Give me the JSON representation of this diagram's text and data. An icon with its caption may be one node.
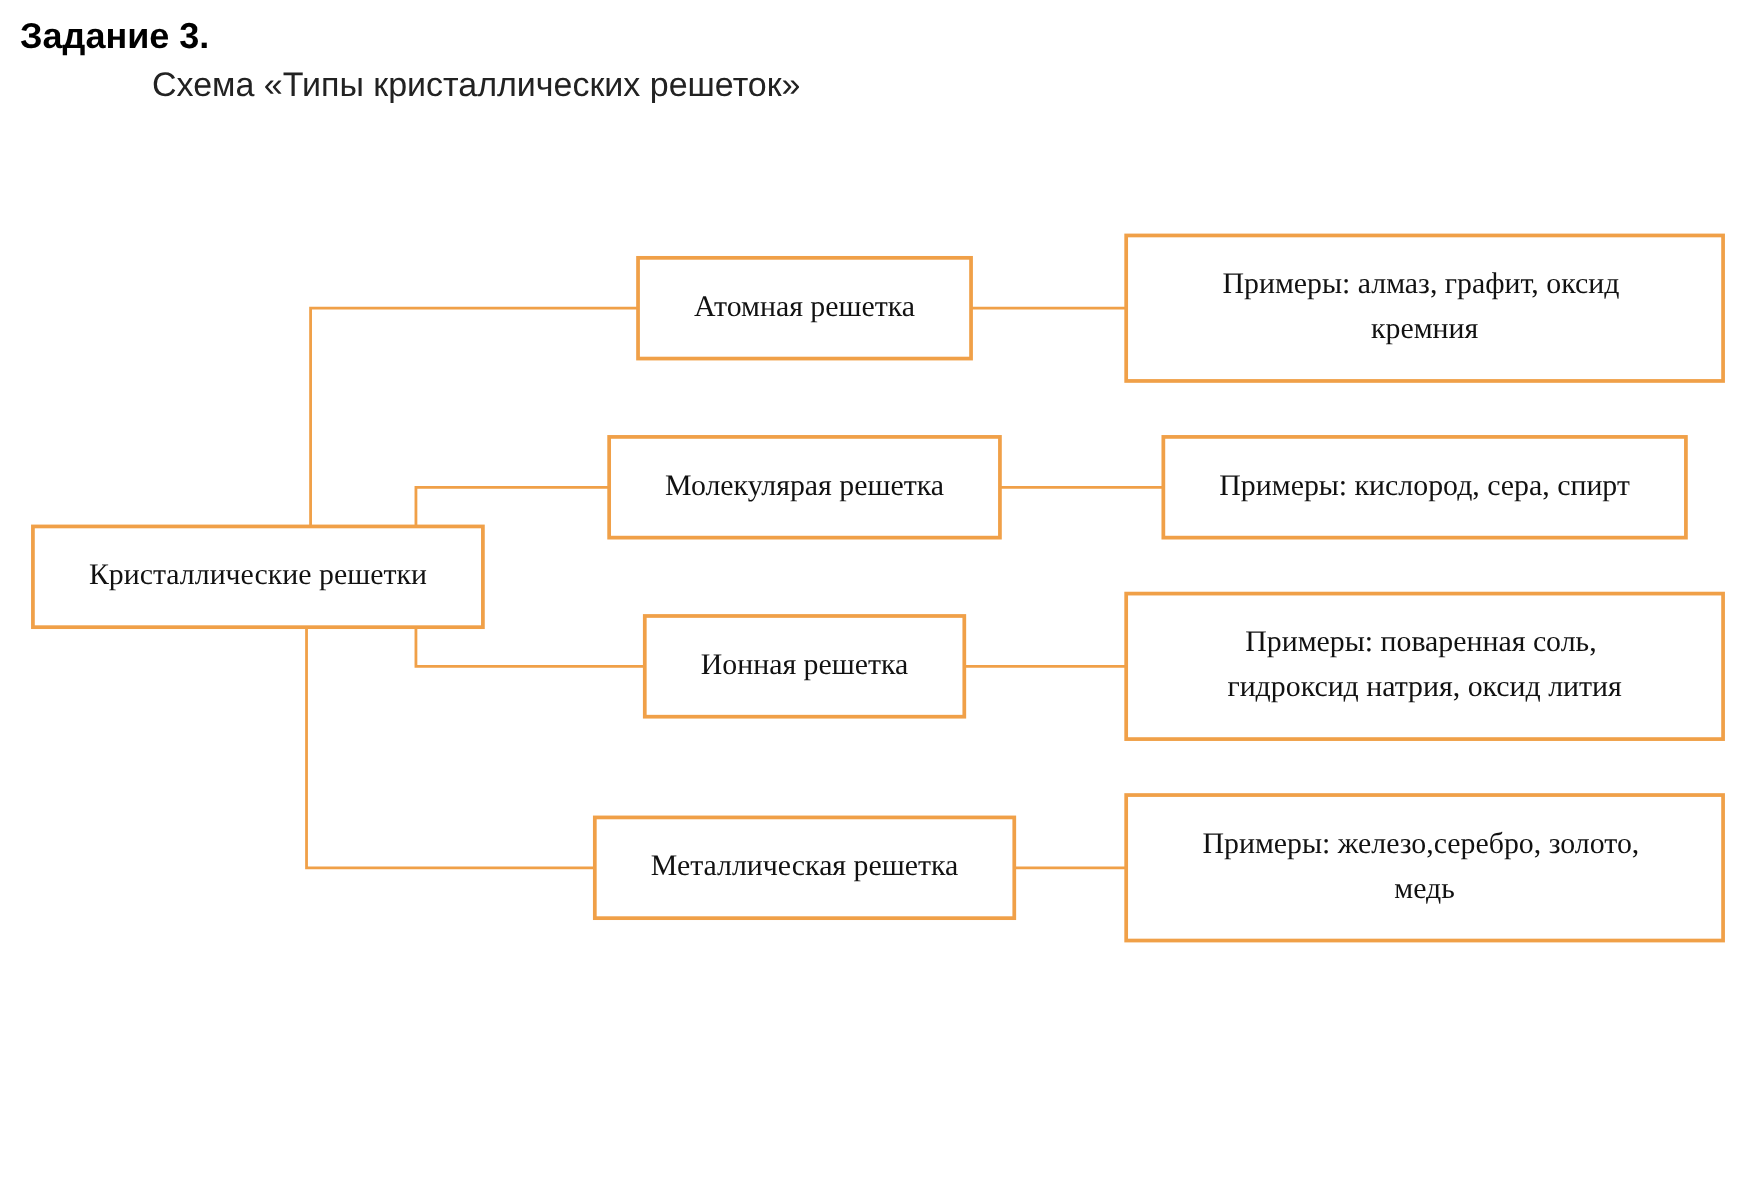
{
  "diagram": {
    "title": "Задание 3.",
    "nodes": [
      {
        "text": [
          "Кристаллические решетки"
        ]
      },
      {
        "text": [
          "Атомная решетка"
        ]
      },
      {
        "text": [
          "Молекулярая решетка"
        ]
      },
      {
        "text": [
          "Ионная решетка"
        ]
      },
      {
        "text": [
          "Металлическая решетка"
        ]
      },
      {
        "text": [
          "Примеры: алмаз, графит, оксид кремния"
        ]
      },
      {
        "text": [
          "Примеры: кислород, сера, спирт"
        ]
      },
      {
        "text": [
          "Примеры: поваренная соль, гидроксид натрия, оксид лития"
        ]
      },
      {
        "text": [
          "Примеры: железо,серебро, золото, медь"
        ]
      }
    ],
    "edges": [
      {
        "from": 0,
        "to": 1,
        "arrow": "none"
      },
      {
        "from": 0,
        "to": 2,
        "arrow": "none"
      },
      {
        "from": 0,
        "to": 3,
        "arrow": "none"
      },
      {
        "from": 0,
        "to": 4,
        "arrow": "none"
      },
      {
        "from": 1,
        "to": 5,
        "arrow": "none"
      },
      {
        "from": 2,
        "to": 6,
        "arrow": "none"
      },
      {
        "from": 3,
        "to": 7,
        "arrow": "none"
      },
      {
        "from": 4,
        "to": 8,
        "arrow": "none"
      }
    ],
    "labels": [
      "Схема «Типы кристаллических решеток»"
    ]
  }
}
